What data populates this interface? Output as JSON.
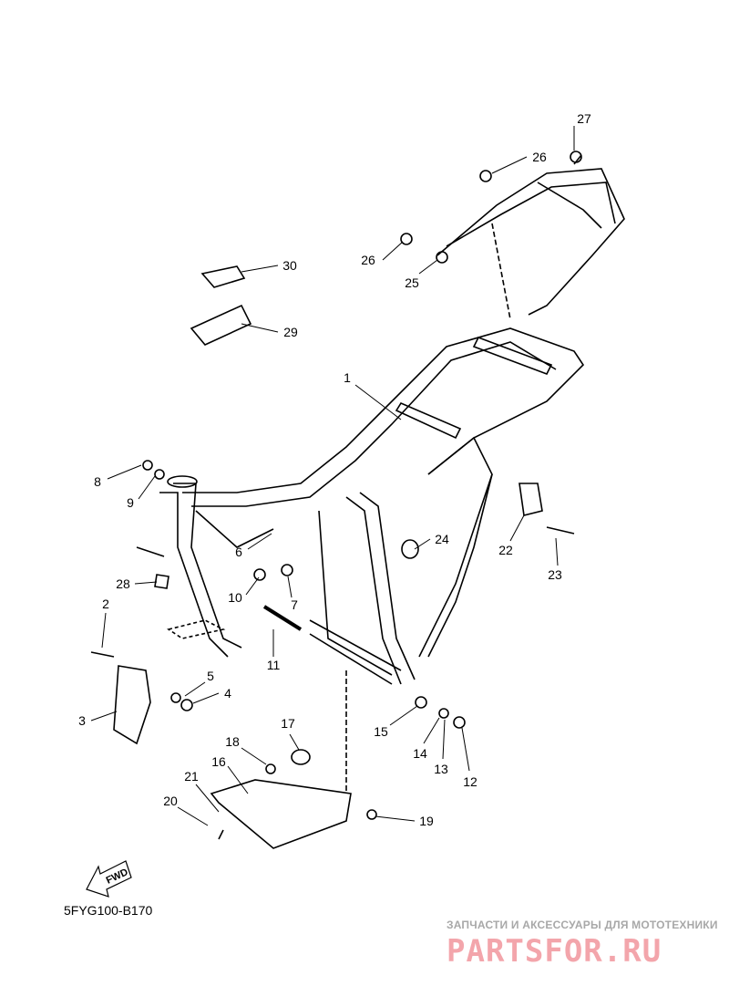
{
  "diagram_code": "5FYG100-B170",
  "fwd_label": "FWD",
  "watermark": {
    "tagline": "ЗАПЧАСТИ И АКСЕССУАРЫ ДЛЯ МОТОТЕХНИКИ",
    "logo": "PARTSFOR.RU"
  },
  "callouts": [
    "1",
    "2",
    "3",
    "4",
    "5",
    "6",
    "7",
    "8",
    "9",
    "10",
    "11",
    "12",
    "13",
    "14",
    "15",
    "16",
    "17",
    "18",
    "19",
    "20",
    "21",
    "22",
    "23",
    "24",
    "25",
    "26",
    "26",
    "27",
    "28",
    "29",
    "30"
  ]
}
